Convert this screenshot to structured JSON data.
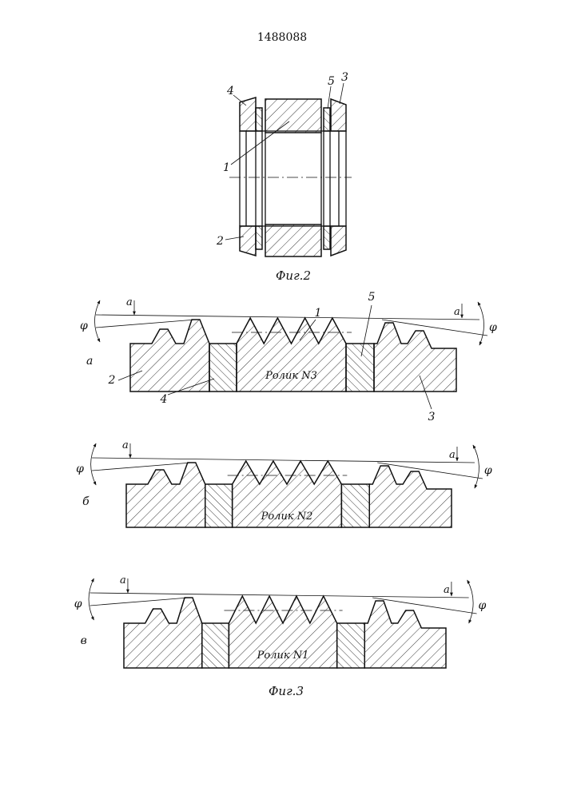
{
  "patent_number": "1488088",
  "fig2": {
    "caption": "Фиг.2",
    "callouts": [
      "4",
      "5",
      "3",
      "1",
      "2"
    ]
  },
  "fig3": {
    "caption": "Фиг.3",
    "rows": [
      {
        "letter": "а",
        "roller": "Ролик N3",
        "callouts": [
          "1",
          "5",
          "2",
          "4",
          "3"
        ],
        "angle_label_left": "φ",
        "angle_label_right": "φ",
        "offset_label_left": "a",
        "offset_label_right": "a"
      },
      {
        "letter": "б",
        "roller": "Ролик N2",
        "angle_label_left": "φ",
        "angle_label_right": "φ",
        "offset_label_left": "a",
        "offset_label_right": "a"
      },
      {
        "letter": "в",
        "roller": "Ролик N1",
        "angle_label_left": "φ",
        "angle_label_right": "φ",
        "offset_label_left": "a",
        "offset_label_right": "a"
      }
    ]
  }
}
